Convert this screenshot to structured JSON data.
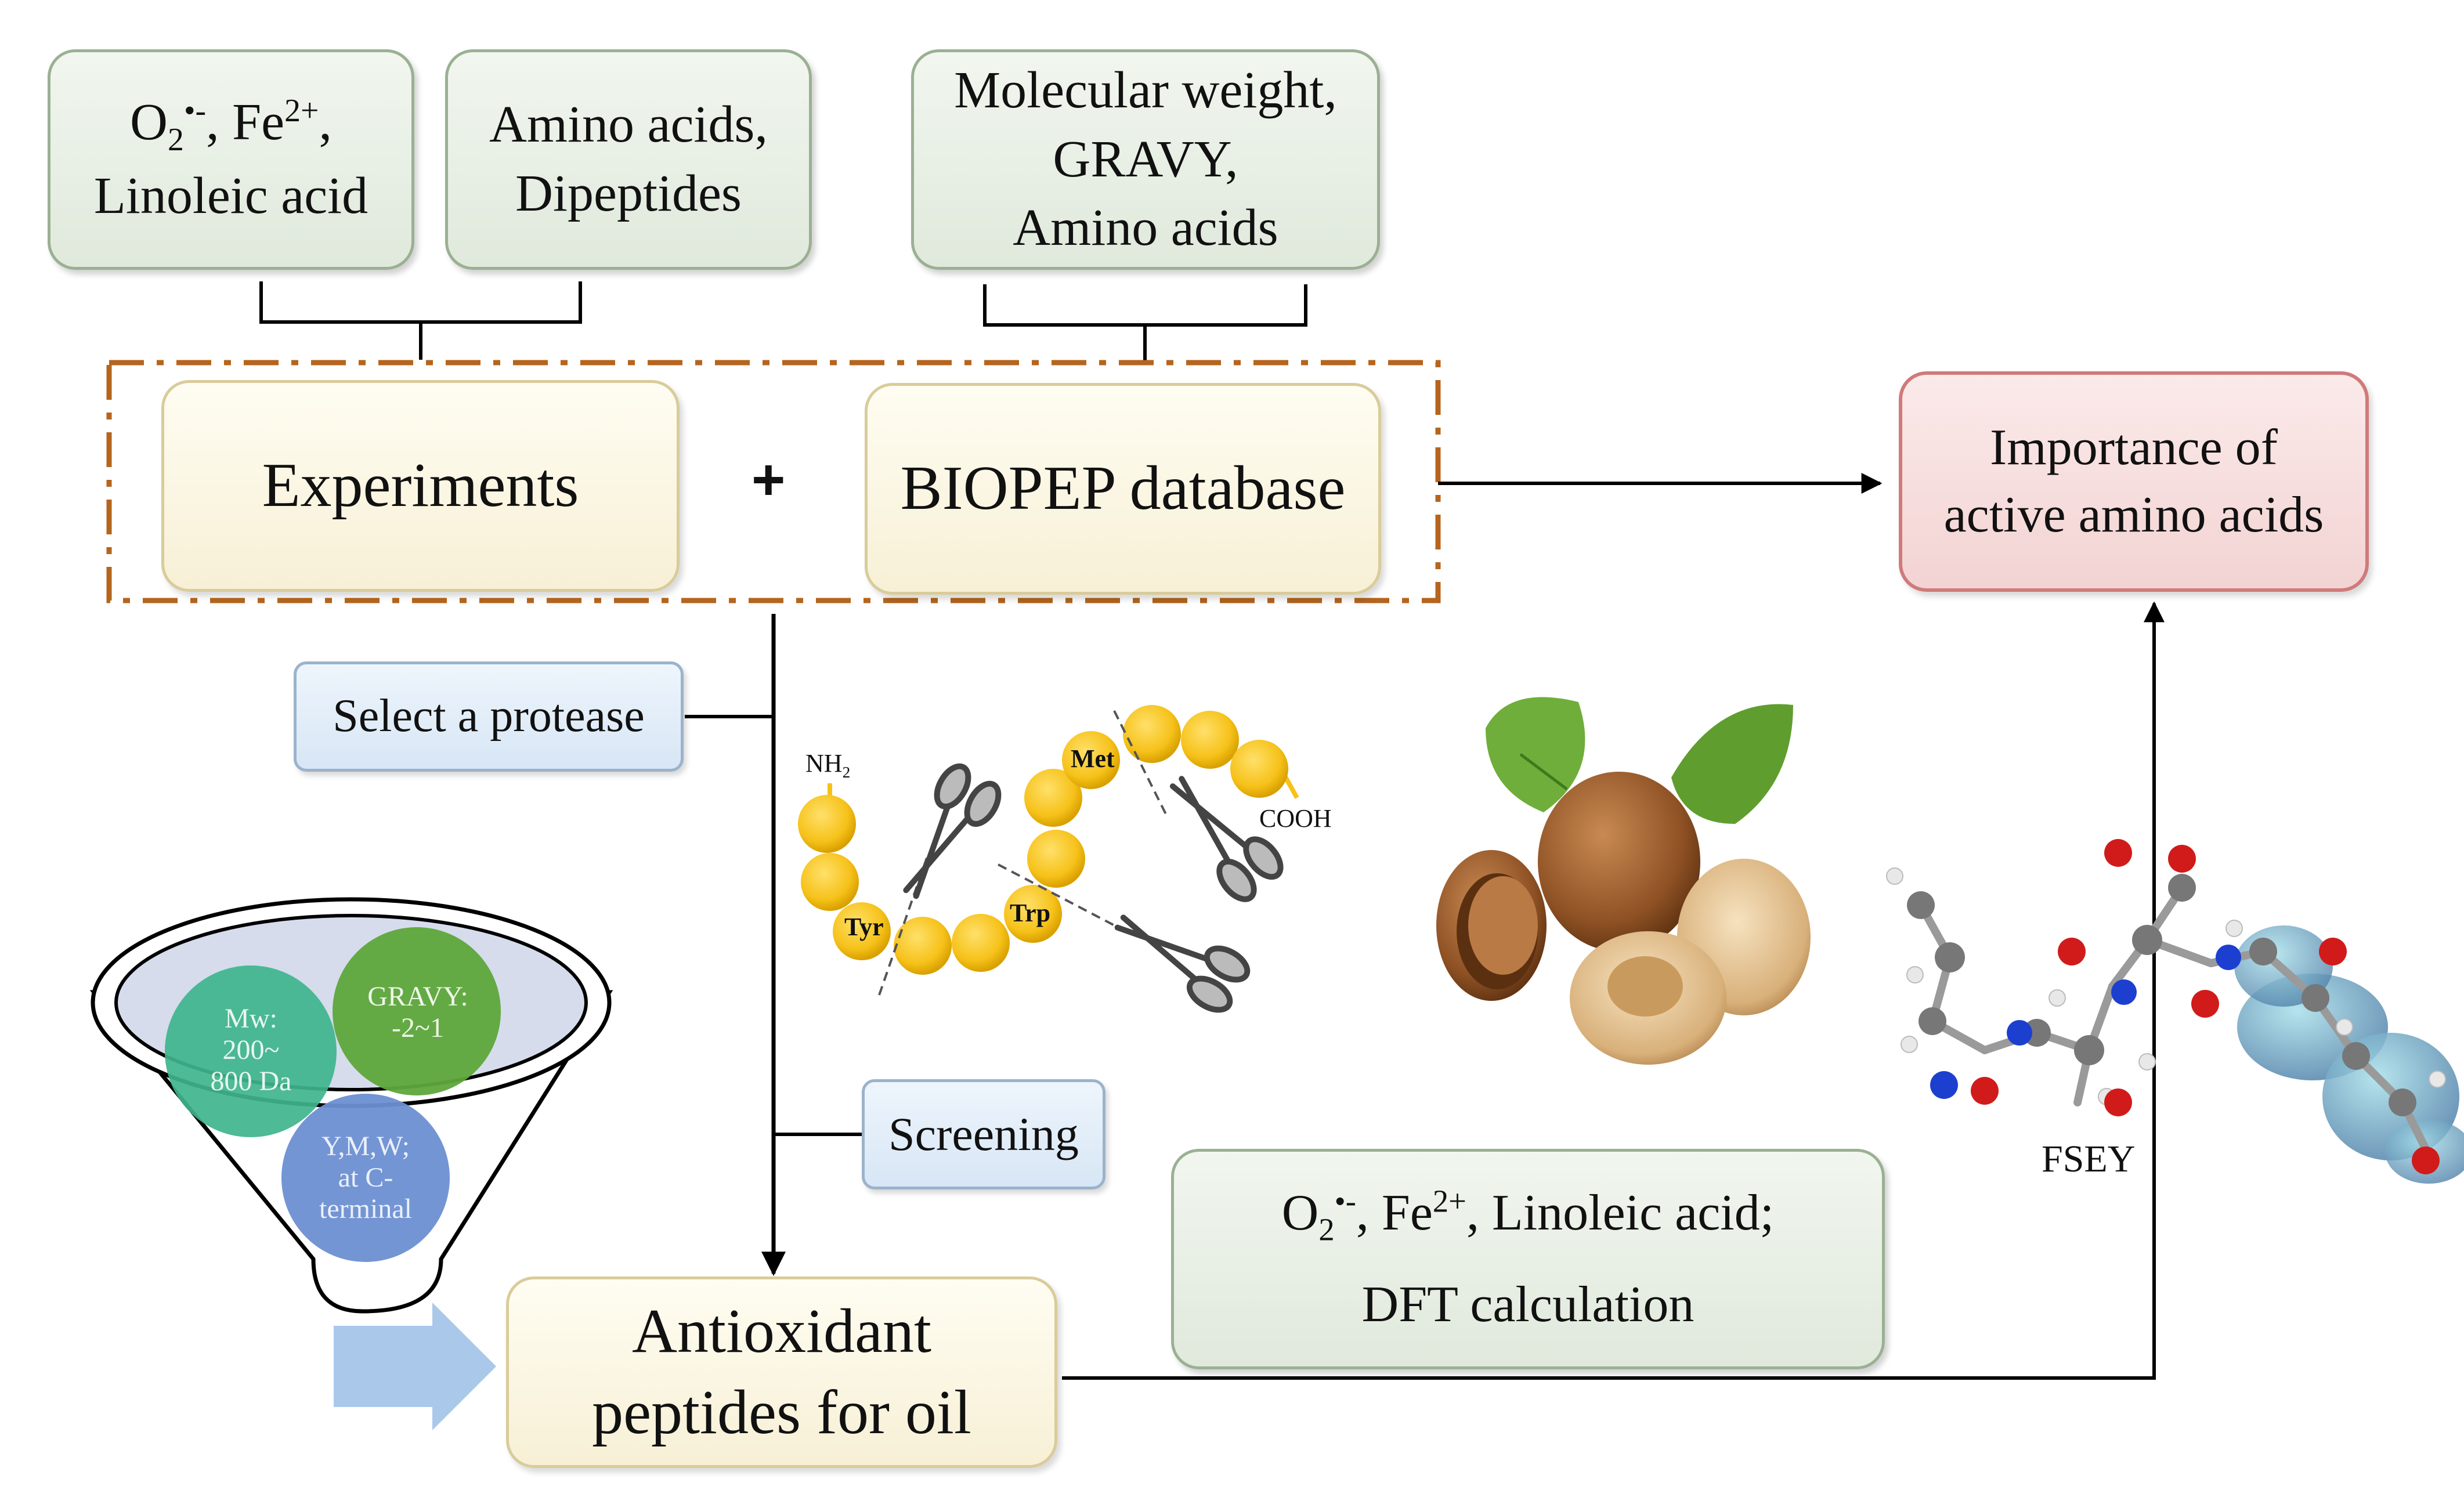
{
  "top_inputs": {
    "exp_box": {
      "line1_prefix": "O",
      "line1_sub": "2",
      "line1_sup": "•-",
      "line1_mid": ", Fe",
      "line1_sup2": "2+",
      "line1_end": ",",
      "line2": "Linoleic acid"
    },
    "amino_box": {
      "line1": "Amino acids,",
      "line2": "Dipeptides"
    },
    "bio_box": {
      "line1": "Molecular weight,",
      "line2": "GRAVY,",
      "line3": "Amino acids"
    }
  },
  "main": {
    "experiments": "Experiments",
    "plus": "+",
    "biopep": "BIOPEP database",
    "importance": {
      "line1": "Importance of",
      "line2": "active amino acids"
    },
    "select_protease": "Select a protease",
    "screening": "Screening",
    "antioxidant": {
      "line1": "Antioxidant",
      "line2": "peptides for oil"
    },
    "validation": {
      "line1_prefix": "O",
      "line1_sub": "2",
      "line1_sup": "•-",
      "line1_mid": ", Fe",
      "line1_sup2": "2+",
      "line1_end": ", Linoleic acid;",
      "line2": "DFT calculation"
    }
  },
  "peptide": {
    "nh2": "NH",
    "nh2_sub": "2",
    "cooh": "COOH",
    "tyr": "Tyr",
    "trp": "Trp",
    "met": "Met"
  },
  "funnel": {
    "mw": {
      "line1": "Mw:",
      "line2": "200~",
      "line3": "800 Da"
    },
    "gravy": {
      "line1": "GRAVY:",
      "line2": "-2~1"
    },
    "ymw": {
      "line1": "Y,M,W;",
      "line2": "at C-",
      "line3": "terminal"
    }
  },
  "molecule_label": "FSEY",
  "colors": {
    "dash_border": "#b5651d",
    "bead": "#f6c21a",
    "mw_circle": "#3fb48d",
    "gravy_circle": "#5ea63b",
    "ymw_circle": "#6d8fd2",
    "arrow_block": "#a9c8ea"
  }
}
